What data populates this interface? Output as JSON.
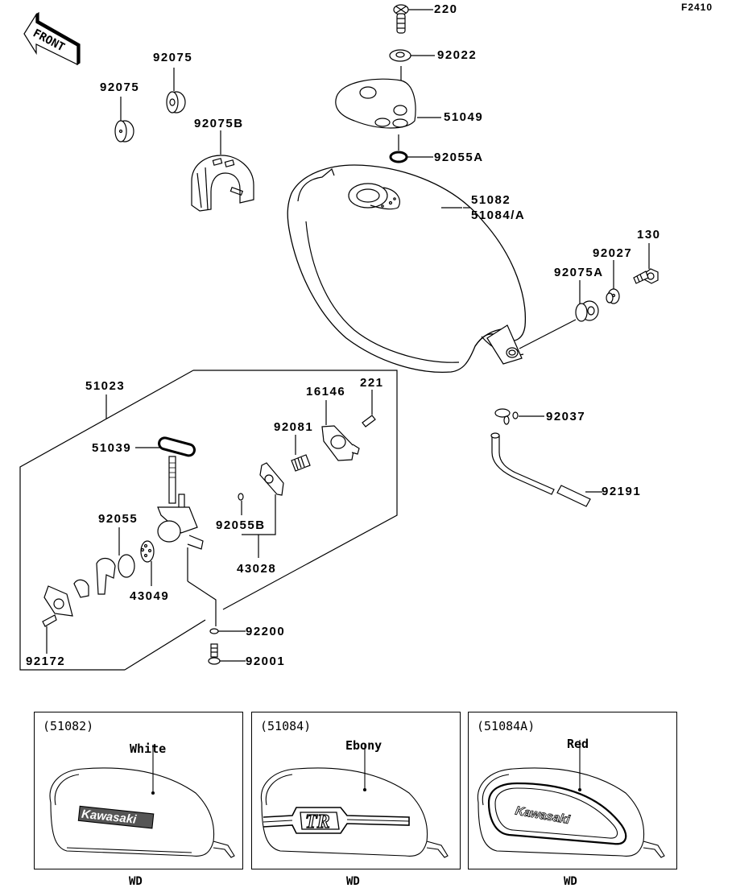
{
  "figure_id": "F2410",
  "front_indicator": "FRONT",
  "callouts": {
    "p220": "220",
    "p92022": "92022",
    "p51049": "51049",
    "p92055A": "92055A",
    "p51082": "51082",
    "p51084A": "51084/A",
    "p92075_a": "92075",
    "p92075_b": "92075",
    "p92075B": "92075B",
    "p130": "130",
    "p92027": "92027",
    "p92075A": "92075A",
    "p92037": "92037",
    "p92191": "92191",
    "p51023": "51023",
    "p221": "221",
    "p16146": "16146",
    "p92081": "92081",
    "p51039": "51039",
    "p92055B": "92055B",
    "p43028": "43028",
    "p92055": "92055",
    "p43049": "43049",
    "p92200": "92200",
    "p92001": "92001",
    "p92172": "92172"
  },
  "variants": [
    {
      "code": "(51082)",
      "color": "White",
      "logo": "Kawasaki",
      "market": "WD"
    },
    {
      "code": "(51084)",
      "color": "Ebony",
      "logo": "TR",
      "market": "WD"
    },
    {
      "code": "(51084A)",
      "color": "Red",
      "logo": "Kawasaki",
      "market": "WD"
    }
  ]
}
